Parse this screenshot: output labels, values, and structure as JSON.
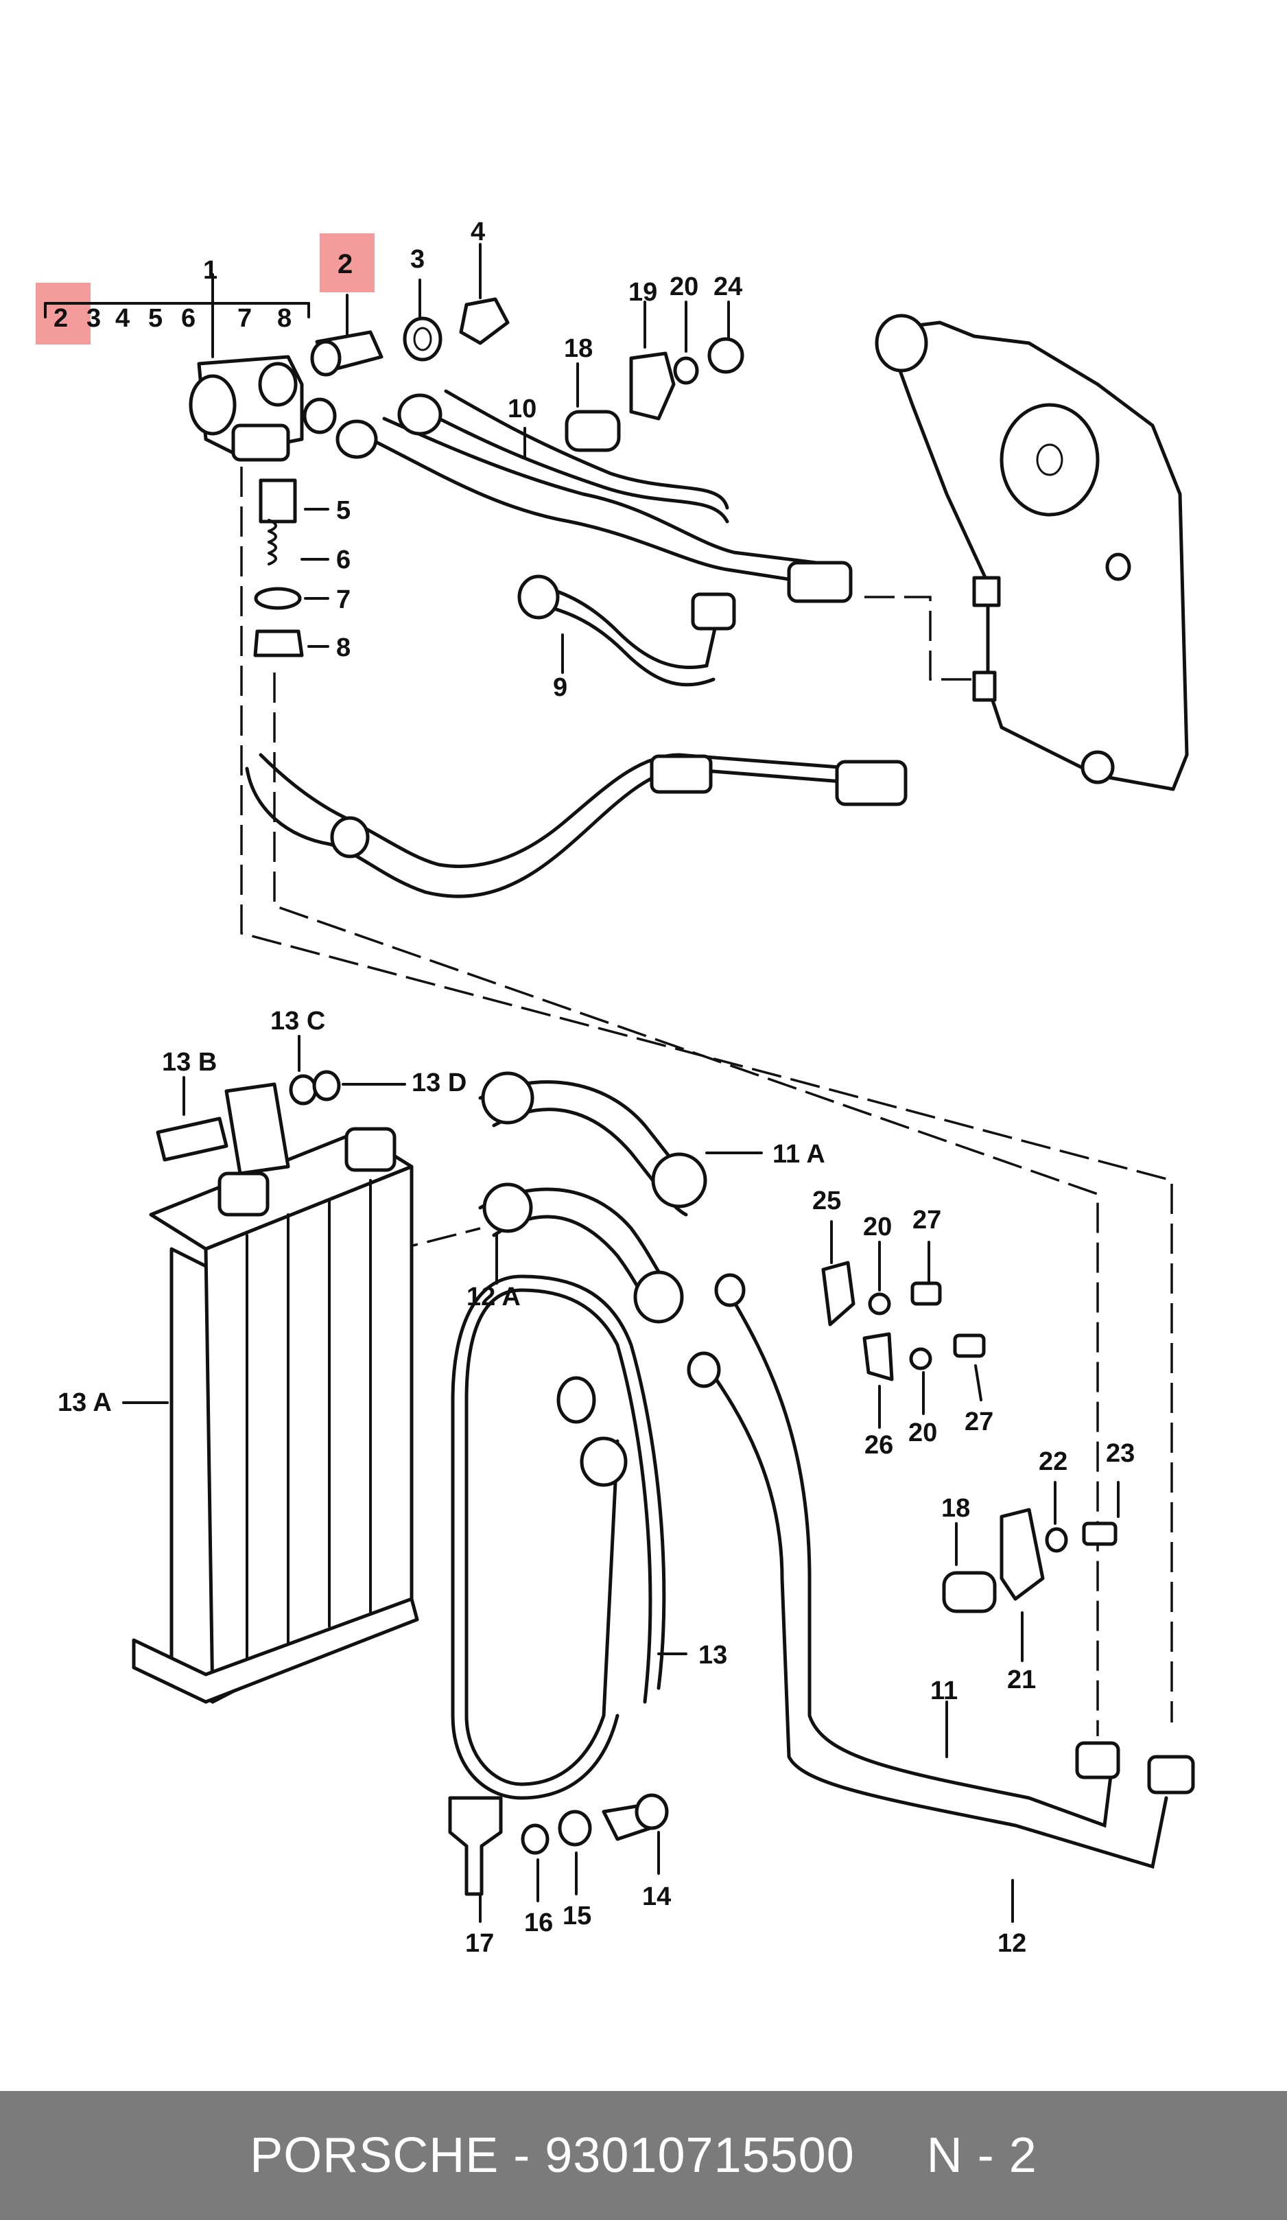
{
  "diagram": {
    "labels": {
      "l1": "1",
      "l2a": "2",
      "l3a": "3",
      "l4a": "4",
      "l5a": "5",
      "l6a": "6",
      "l7a": "7",
      "l8a": "8",
      "l2b": "2",
      "l3b": "3",
      "l4b": "4",
      "l5": "5",
      "l6": "6",
      "l7": "7",
      "l8": "8",
      "l9": "9",
      "l10": "10",
      "l18a": "18",
      "l19": "19",
      "l20a": "20",
      "l24": "24",
      "l13C": "13 C",
      "l13B": "13 B",
      "l13D": "13 D",
      "l11A": "11 A",
      "l12A": "12 A",
      "l13A": "13 A",
      "l25": "25",
      "l20b": "20",
      "l27a": "27",
      "l26": "26",
      "l20c": "20",
      "l27b": "27",
      "l22": "22",
      "l23": "23",
      "l18b": "18",
      "l21": "21",
      "l13": "13",
      "l11": "11",
      "l12": "12",
      "l17": "17",
      "l16": "16",
      "l15": "15",
      "l14": "14"
    },
    "highlight_color": "#f28b8b"
  },
  "footer": {
    "brand": "PORSCHE",
    "part_number": "93010715500",
    "code": "N - 2",
    "text": "PORSCHE - 93010715500     N - 2",
    "background": "#7b7b7b"
  }
}
